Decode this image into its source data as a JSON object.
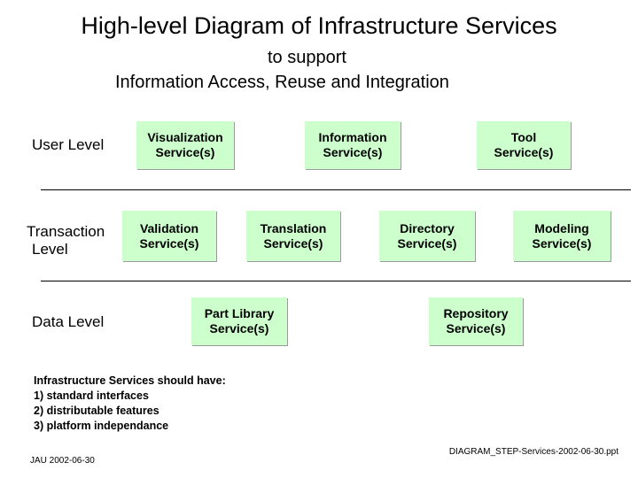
{
  "title": "High-level Diagram of Infrastructure Services",
  "subtitle_line1": "to support",
  "subtitle_line2": "Information Access, Reuse and Integration",
  "levels": {
    "user": "User Level",
    "transaction_line1": "Transaction",
    "transaction_line2": "Level",
    "data": "Data Level"
  },
  "services": {
    "visualization": {
      "line1": "Visualization",
      "line2": "Service(s)"
    },
    "information": {
      "line1": "Information",
      "line2": "Service(s)"
    },
    "tool": {
      "line1": "Tool",
      "line2": "Service(s)"
    },
    "validation": {
      "line1": "Validation",
      "line2": "Service(s)"
    },
    "translation": {
      "line1": "Translation",
      "line2": "Service(s)"
    },
    "directory": {
      "line1": "Directory",
      "line2": "Service(s)"
    },
    "modeling": {
      "line1": "Modeling",
      "line2": "Service(s)"
    },
    "part_library": {
      "line1": "Part Library",
      "line2": "Service(s)"
    },
    "repository": {
      "line1": "Repository",
      "line2": "Service(s)"
    }
  },
  "notes": {
    "heading": "Infrastructure Services should have:",
    "items": [
      "1) standard interfaces",
      "2) distributable features",
      "3) platform independance"
    ]
  },
  "footer": {
    "left": "JAU 2002-06-30",
    "right": "DIAGRAM_STEP-Services-2002-06-30.ppt"
  },
  "colors": {
    "box_fill": "#ccffcc",
    "background": "#ffffff"
  }
}
